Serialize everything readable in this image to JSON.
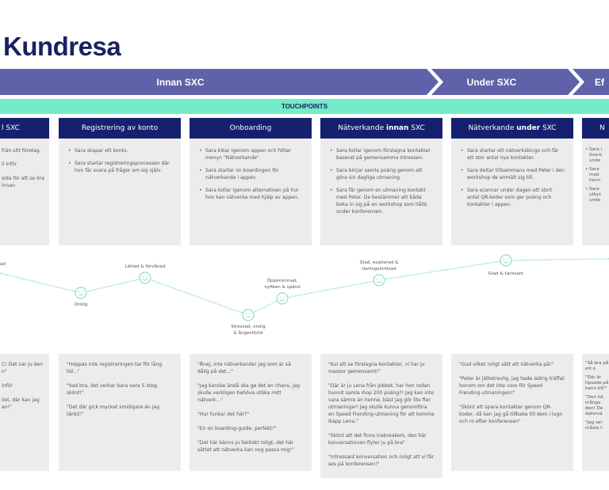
{
  "title": "Kundresa",
  "phases": [
    {
      "label": "Innan SXC"
    },
    {
      "label": "Under SXC"
    },
    {
      "label": "Ef"
    }
  ],
  "touchpoints_label": "TOUCHPOINTS",
  "colors": {
    "title": "#1b2060",
    "phase": "#5f62a8",
    "touchpoints": "#74ebc8",
    "header": "#15216e",
    "card": "#ececec",
    "curve": "#8fdcd0"
  },
  "columns": [
    {
      "title": "l SXC",
      "items": [
        "från sitt företag.",
        "il inför",
        "sida för att se öra innan"
      ],
      "quotes": [
        "C! Det var ju den n\"",
        "inför",
        "ilet, där kan jag an!\""
      ]
    },
    {
      "title": "Registrering av konto",
      "items": [
        "Sara skapar ett konto.",
        "Sara startar registreringsprocessen där hon får svara på frågor om sig själv."
      ],
      "quotes": [
        "\"Hoppas inte registreringen tar för lång tid...\"",
        "\"Vad bra, det verkar bara vara 5 steg, skönt!\"",
        "\"Det där gick mycket smidigare än jag tänkt!\""
      ]
    },
    {
      "title": "Onboarding",
      "items": [
        "Sara kikar igenom appen och hittar menyn \"Nätverkande\".",
        "Sara startar on boardingen för nätverkande i appen.",
        "Sara kollar igenom alternativen på hur hon kan nätverka med hjälp av appen."
      ],
      "quotes": [
        "\"Ånej, inte nätverkande! Jag som är så dålig på det...\"",
        "\"Jag kanske ändå ska ge det en chans, jag skulle verkligen behöva utöka mitt nätverk...\"",
        "\"Hur funkar det här?\"",
        "\"En on boarding-guide, perfekt!\"",
        "\"Det här känns ju faktiskt roligt, det här sättet att nätverka kan nog passa mig!\""
      ]
    },
    {
      "title_pre": "Nätverkande ",
      "title_bold": "innan",
      "title_post": " SXC",
      "items": [
        "Sara kollar igenom förslagna kontakter baserat på gemensamma intressen.",
        "Sara börjar samla poäng genom att göra sin dagliga utmaning.",
        "Sara får genom en utmaning kontakt med Peter. De bestämmer att båda boka in sig på en workshop som hålls under konferensen."
      ],
      "quotes": [
        "\"Kul att se förslagna kontakter, vi har ju massor gemensamt!\"",
        "\"Där är ju Lena från jobbet, har hon redan hunnit samla ihop 200 poäng?! Jag kan inte vara sämre än henne, bäst jag gör lite fler utmaningar! Jag skulle kunna genomföra en Speed Frending-utmaning för att komma ikapp Lena.\"",
        "\"Skönt att det finns icebreakers, den här konversationen flyter ju på bra\"",
        "\"Intressant konversation och roligt att vi får ses på konferensen!\""
      ]
    },
    {
      "title_pre": "Nätverkande ",
      "title_bold": "under",
      "title_post": " SXC",
      "items": [
        "Sara startar ett nätverksbingo och får ett stor antal nya kontakter.",
        "Sara deltar tillsammans med Peter i den workshop de anmält sig till.",
        "Sara scannar under dagen ett stort antal QR-koder som ger poäng och kontakter i appen."
      ],
      "quotes": [
        "\"Gud vilket roligt sätt att nätverka på!\"",
        "\"Peter är jättetrevlig, jag hade aldrig träffat honom om det inte vore för Speed Frending-utmaningen!\"",
        "\"Skönt att spara kontakter genom QR-koder, då kan jag gå tillbaka till dem i lugn och ro efter konferensen\""
      ]
    },
    {
      "title": "N",
      "items": [
        "Sara i överb unde",
        "Sara med henn",
        "Sara utbyt unde"
      ],
      "quotes": [
        "\"Så bra på ett o",
        "\"Där är tipsade på henn till!\"",
        "\"Den hä många den! De datorvä",
        "\"Jag ser måste t"
      ]
    }
  ],
  "emotions": [
    {
      "label": "ad",
      "mood": "neutral"
    },
    {
      "label": "Orolig",
      "mood": "worried"
    },
    {
      "label": "Lättad & förvånad",
      "mood": "happy"
    },
    {
      "label": "Stressad, orolig & ångestfylld",
      "mood": "worried"
    },
    {
      "label": "Öppensinnad, nyfiken & spänd",
      "mood": "happy"
    },
    {
      "label": "Glad, exalterad & tävlingsinriktad",
      "mood": "happy"
    },
    {
      "label": "Glad & tacksam",
      "mood": "happy"
    }
  ]
}
